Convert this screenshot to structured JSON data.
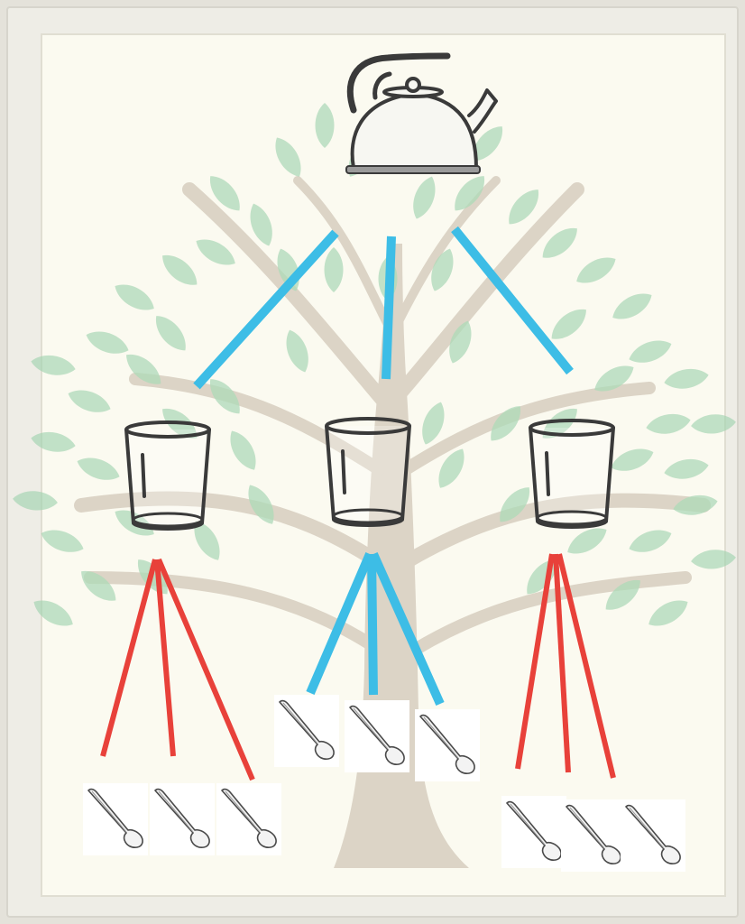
{
  "colors": {
    "page_background": "#e4e2da",
    "frame": "#eeede6",
    "canvas": "#fbfaf0",
    "trunk": "#d6cdbf",
    "leaf": "#9fd3ad",
    "connector_blue": "#3dbde6",
    "connector_red": "#e8413a",
    "line_art": "#3a3a3a"
  },
  "diagram": {
    "root": {
      "icon": "kettle-icon"
    },
    "branches": [
      {
        "icon": "glass-icon",
        "connector_color": "connector_blue",
        "children": [
          {
            "icon": "spoon-icon",
            "connector_color": "connector_red"
          },
          {
            "icon": "spoon-icon",
            "connector_color": "connector_red"
          },
          {
            "icon": "spoon-icon",
            "connector_color": "connector_red"
          }
        ]
      },
      {
        "icon": "glass-icon",
        "connector_color": "connector_blue",
        "children": [
          {
            "icon": "spoon-icon",
            "connector_color": "connector_blue"
          },
          {
            "icon": "spoon-icon",
            "connector_color": "connector_blue"
          },
          {
            "icon": "spoon-icon",
            "connector_color": "connector_blue"
          }
        ]
      },
      {
        "icon": "glass-icon",
        "connector_color": "connector_blue",
        "children": [
          {
            "icon": "spoon-icon",
            "connector_color": "connector_red"
          },
          {
            "icon": "spoon-icon",
            "connector_color": "connector_red"
          },
          {
            "icon": "spoon-icon",
            "connector_color": "connector_red"
          }
        ]
      }
    ],
    "background_icon": "tree-icon"
  }
}
